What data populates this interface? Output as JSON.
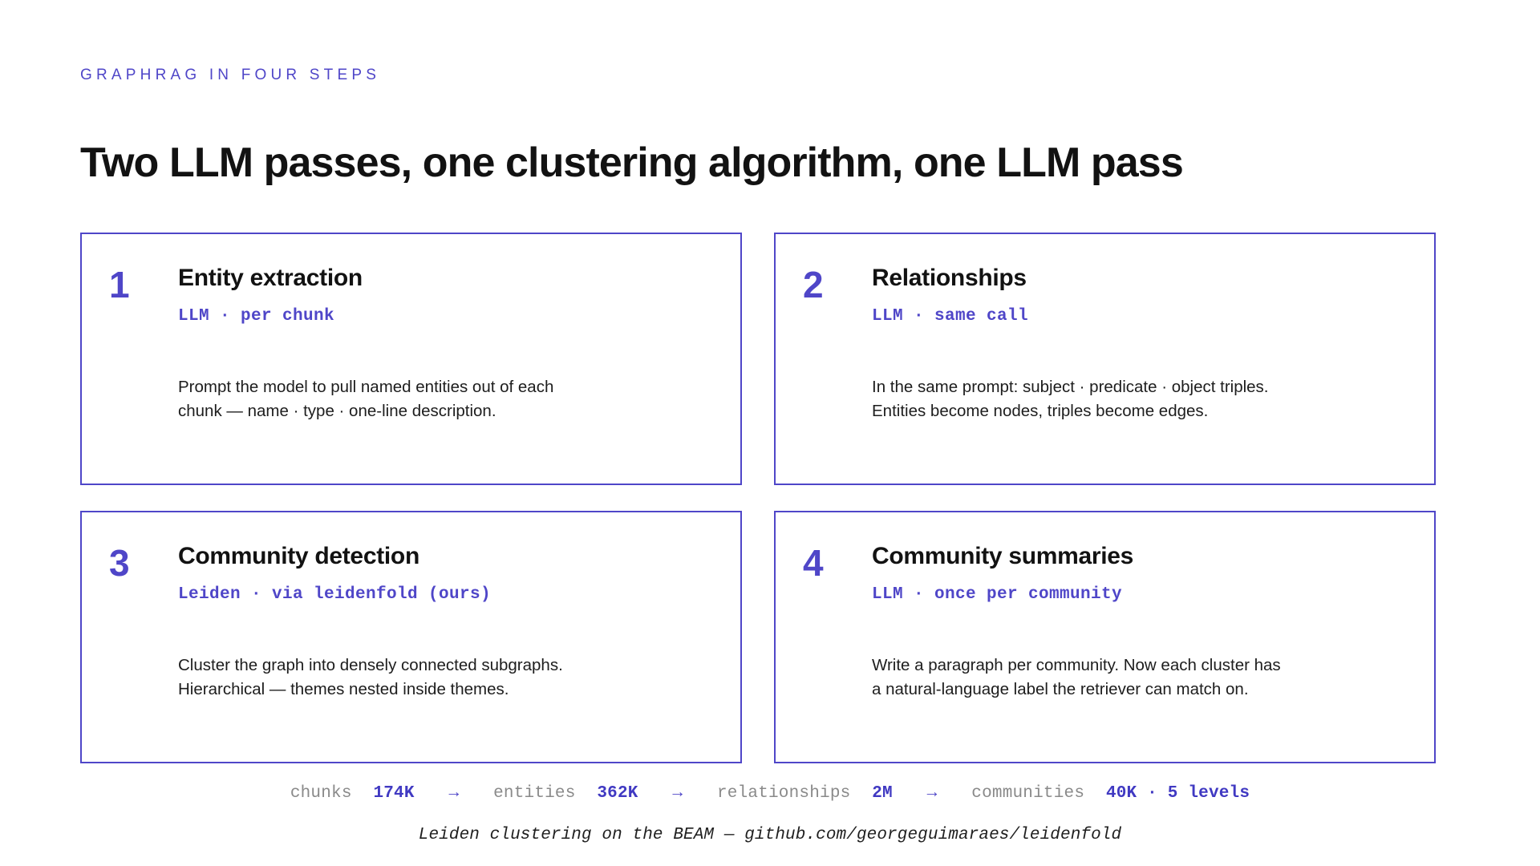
{
  "header": {
    "eyebrow": "GRAPHRAG IN FOUR STEPS",
    "title": "Two LLM passes, one clustering algorithm, one LLM pass"
  },
  "theme": {
    "accent": "#4F46C8",
    "accent_value": "#4039C2",
    "text": "#121212",
    "muted": "#8a8a8a",
    "background": "#ffffff"
  },
  "cards": [
    {
      "number": "1",
      "title": "Entity extraction",
      "meta": "LLM · per chunk",
      "desc_line1": "Prompt the model to pull named entities out of each",
      "desc_line2": "chunk — name · type · one-line description."
    },
    {
      "number": "2",
      "title": "Relationships",
      "meta": "LLM · same call",
      "desc_line1": "In the same prompt: subject · predicate · object triples.",
      "desc_line2": "Entities become nodes, triples become edges."
    },
    {
      "number": "3",
      "title": "Community detection",
      "meta": "Leiden · via leidenfold (ours)",
      "desc_line1": "Cluster the graph into densely connected subgraphs.",
      "desc_line2": "Hierarchical — themes nested inside themes."
    },
    {
      "number": "4",
      "title": "Community summaries",
      "meta": "LLM · once per community",
      "desc_line1": "Write a paragraph per community. Now each cluster has",
      "desc_line2": "a natural-language label the retriever can match on."
    }
  ],
  "stats": {
    "arrow": "→",
    "items": [
      {
        "label": "chunks",
        "value": "174K"
      },
      {
        "label": "entities",
        "value": "362K"
      },
      {
        "label": "relationships",
        "value": "2M"
      },
      {
        "label": "communities",
        "value": "40K · 5 levels"
      }
    ]
  },
  "footer": {
    "text": "Leiden clustering on the BEAM — github.com/georgeguimaraes/leidenfold"
  }
}
